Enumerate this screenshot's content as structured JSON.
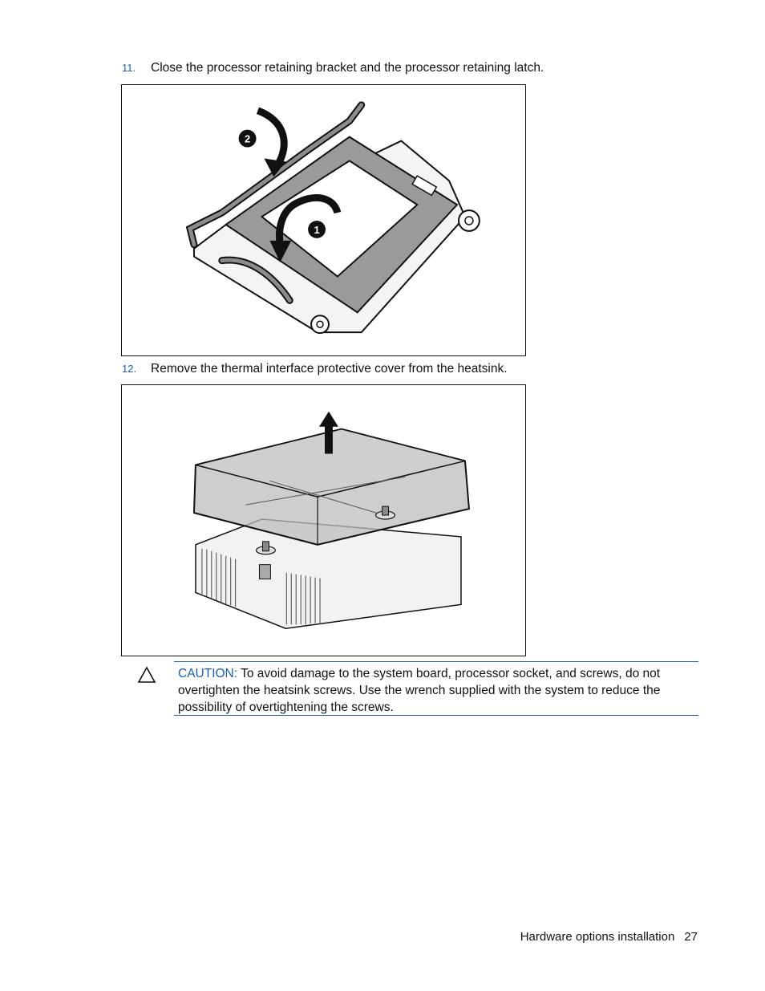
{
  "steps": [
    {
      "number": "11.",
      "text": "Close the processor retaining bracket and the processor retaining latch."
    },
    {
      "number": "12.",
      "text": "Remove the thermal interface protective cover from the heatsink."
    }
  ],
  "figure1": {
    "callouts": [
      "2",
      "1"
    ]
  },
  "caution": {
    "label": "CAUTION:",
    "text": "To avoid damage to the system board, processor socket, and screws, do not overtighten the heatsink screws. Use the wrench supplied with the system to reduce the possibility of overtightening the screws."
  },
  "footer": {
    "section": "Hardware options installation",
    "page_number": "27"
  },
  "colors": {
    "accent": "#1a5fb4",
    "rule": "#2b6cb0"
  }
}
